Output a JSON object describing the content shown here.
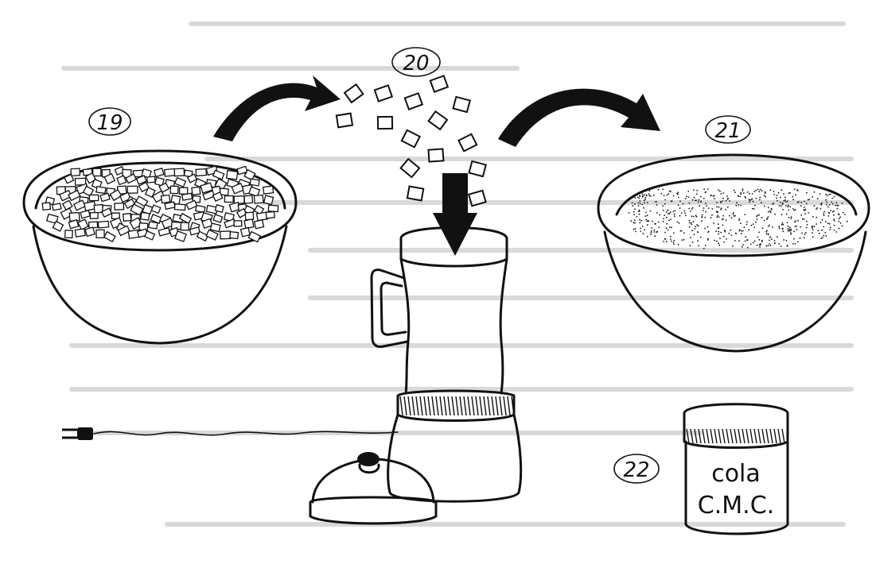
{
  "steps": {
    "step19": "19",
    "step20": "20",
    "step21": "21",
    "step22": "22"
  },
  "jar_label": {
    "line1": "cola",
    "line2": "C.M.C."
  },
  "colors": {
    "ink": "#111111",
    "paper": "#ffffff",
    "bleed_through": "#d9d9d9"
  },
  "icons": [
    "bowl-icon",
    "arrow-icon",
    "blender-icon",
    "plug-icon",
    "lid-icon",
    "jar-icon",
    "paper-piece-icon"
  ]
}
